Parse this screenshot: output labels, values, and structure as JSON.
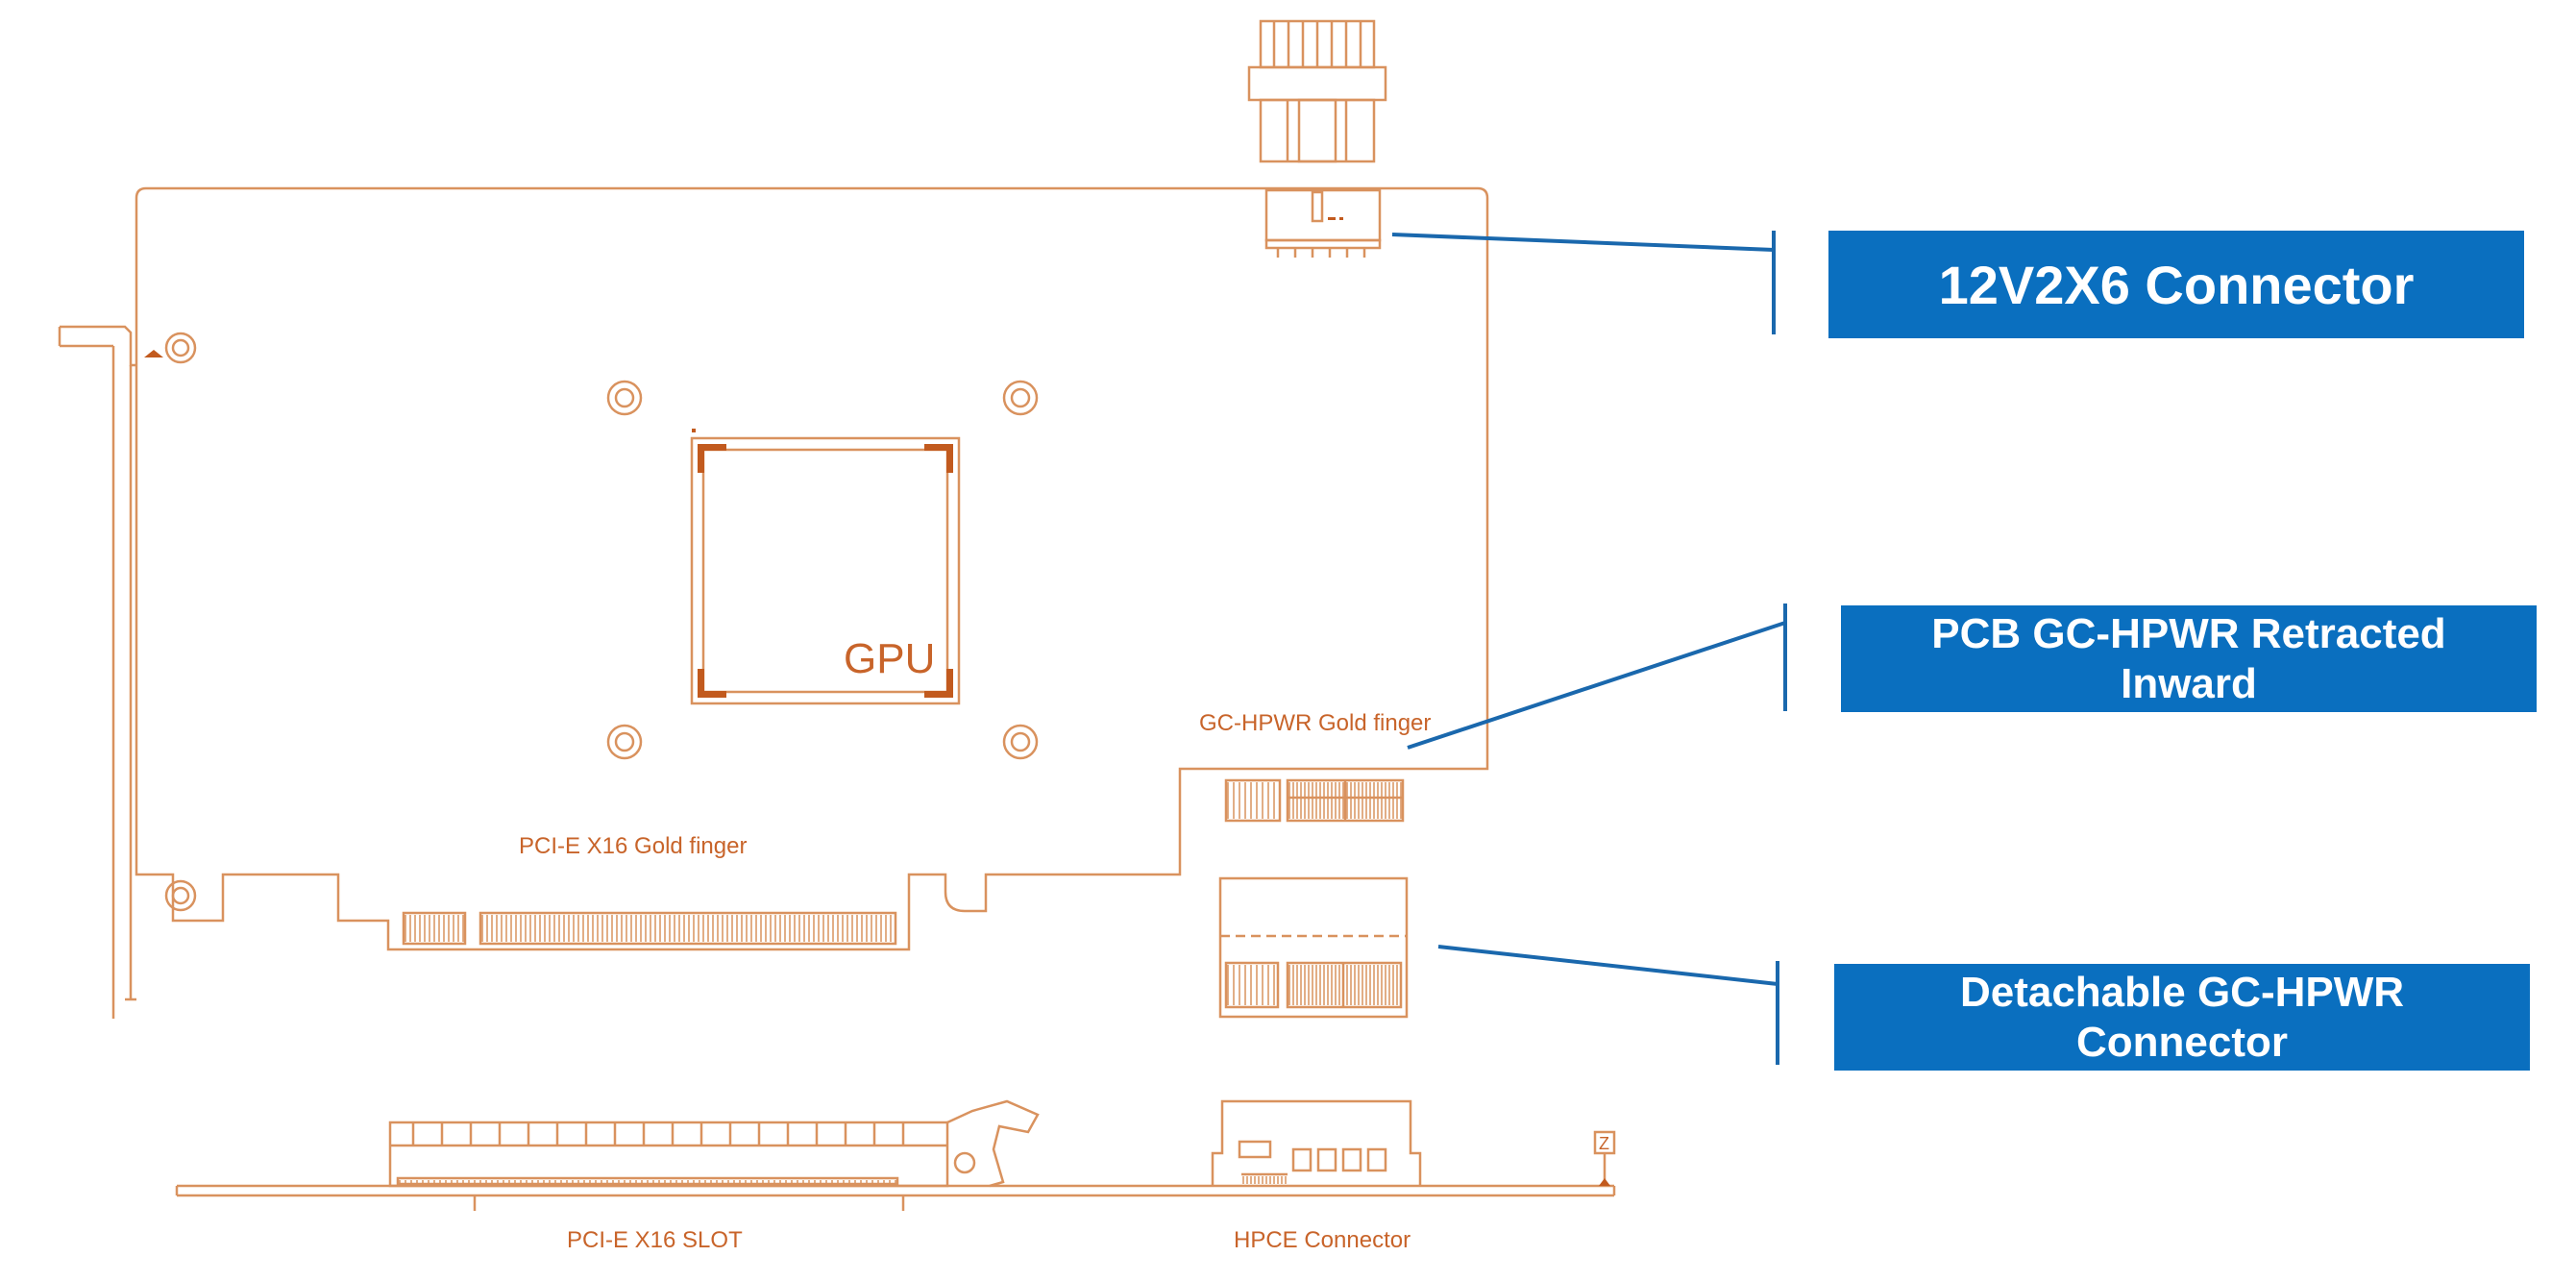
{
  "colors": {
    "line": "#d9925e",
    "text": "#c8642a",
    "chip": "#c25a1e",
    "callout": "#1a68ad",
    "label_bg": "#0a6fbf",
    "label_text": "#ffffff"
  },
  "diagram": {
    "gpu_label": "GPU",
    "gc_hpwr_gold_finger": "GC-HPWR Gold finger",
    "pcie_gold_finger": "PCI-E X16 Gold finger",
    "pcie_slot": "PCI-E X16 SLOT",
    "hpce_connector": "HPCE Connector",
    "axis_z": "Z"
  },
  "labels": {
    "connector_12v": "12V2X6 Connector",
    "retracted_line1": "PCB GC-HPWR Retracted",
    "retracted_line2": "Inward",
    "detachable_line1": "Detachable GC-HPWR",
    "detachable_line2": "Connector"
  }
}
